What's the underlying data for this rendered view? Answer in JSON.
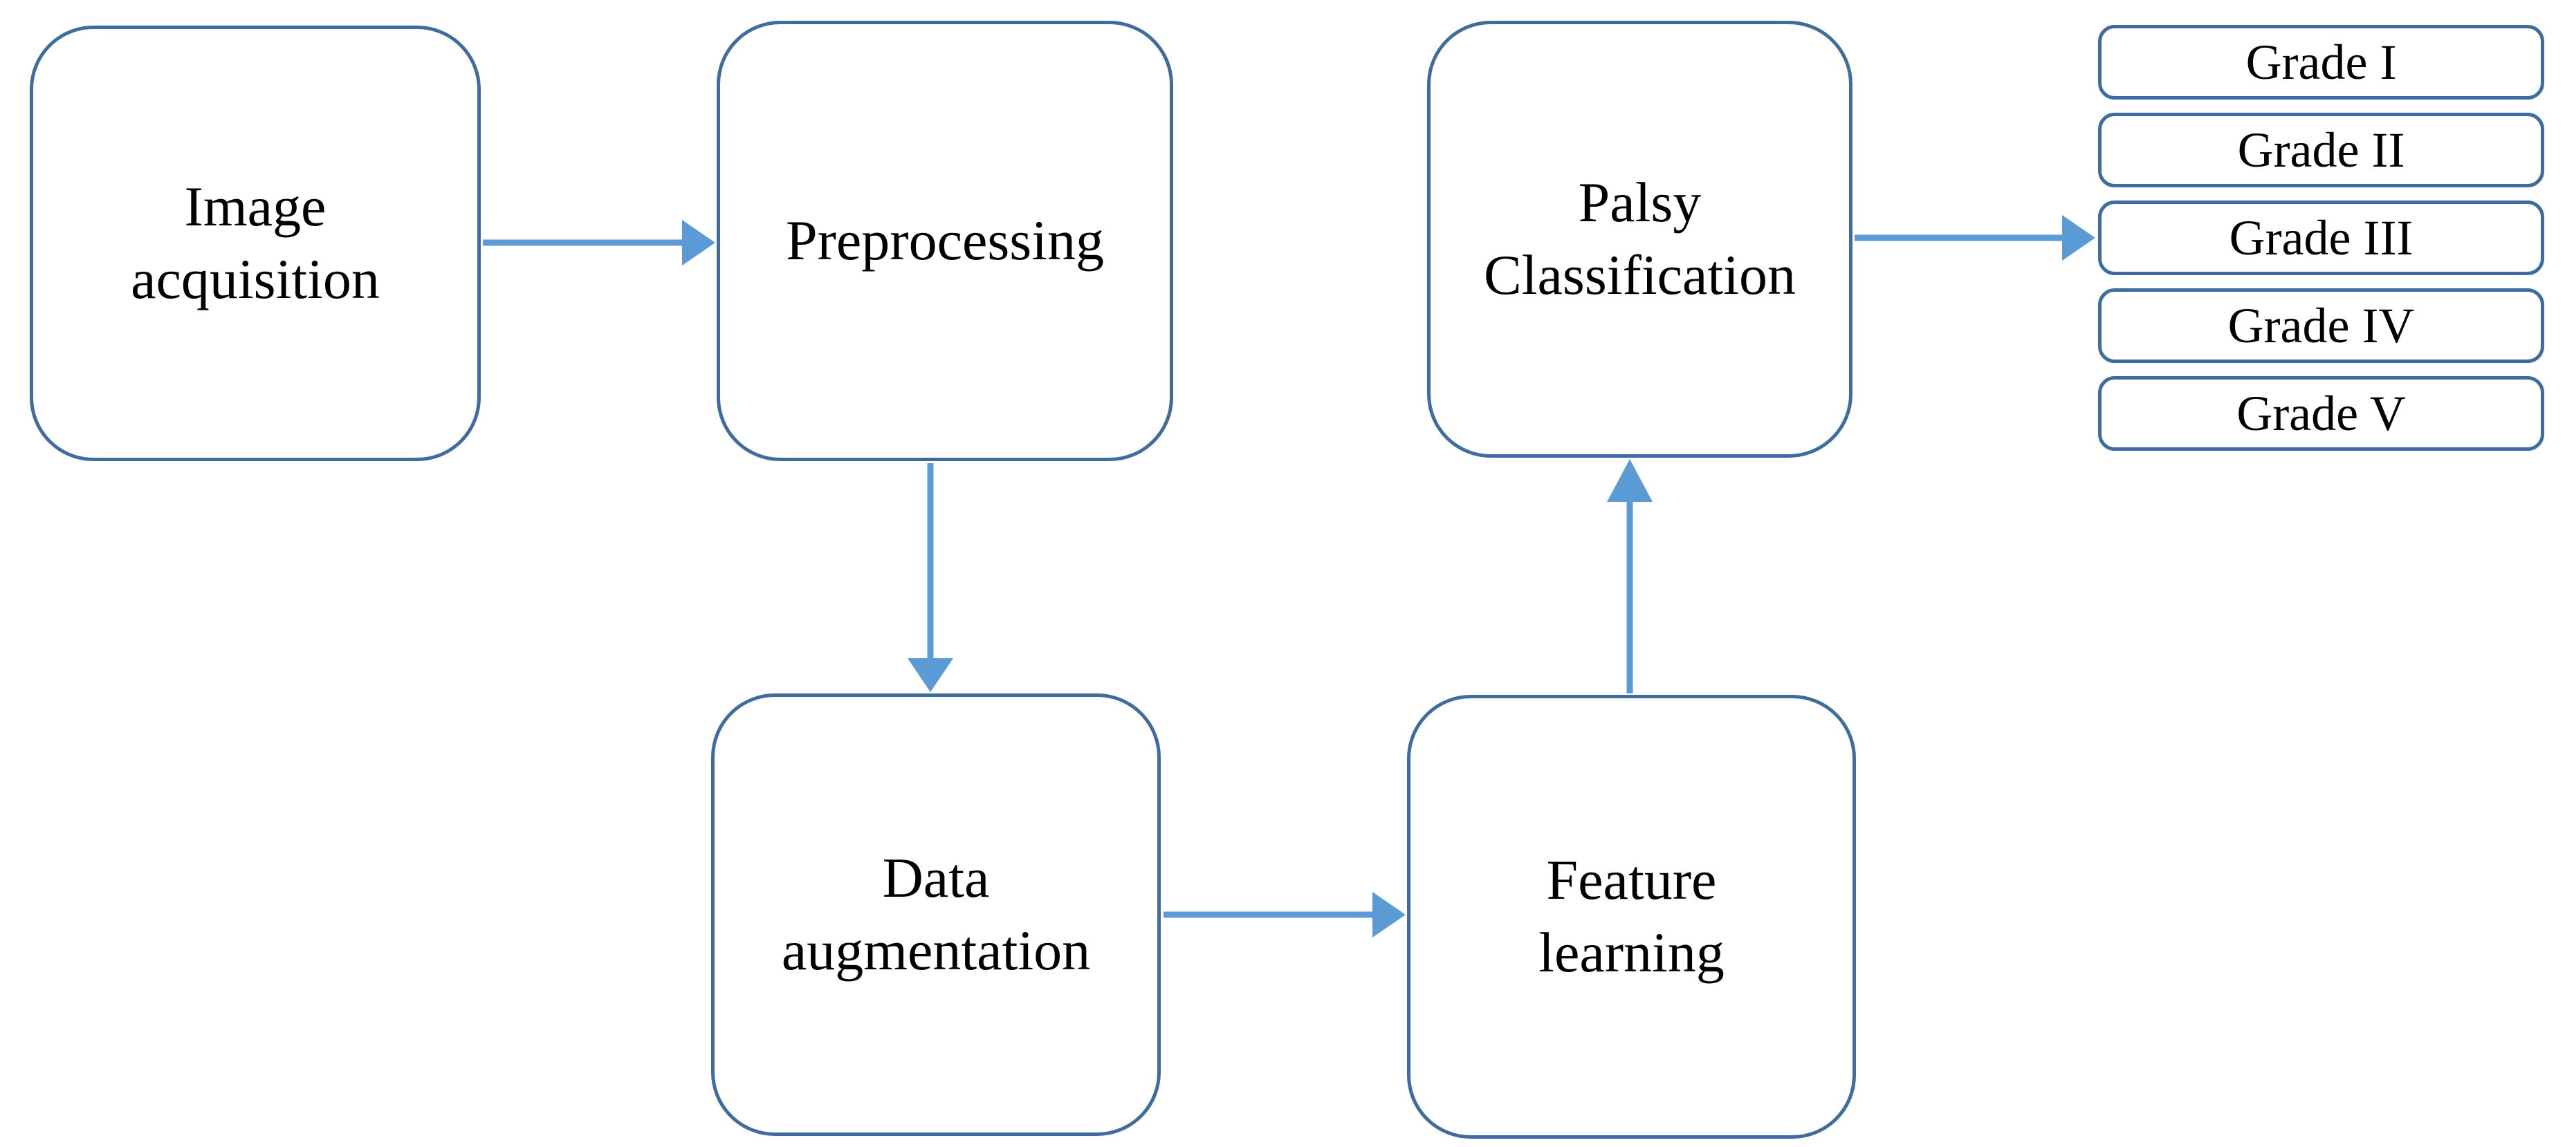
{
  "diagram": {
    "type": "flowchart",
    "description": "Facial palsy grading pipeline",
    "colors": {
      "box_border": "#3E6C9E",
      "arrow": "#5B9BD5",
      "text": "#000000",
      "background": "#ffffff"
    },
    "nodes": {
      "image_acquisition": {
        "label": "Image\nacquisition"
      },
      "preprocessing": {
        "label": "Preprocessing"
      },
      "palsy_classification": {
        "label": "Palsy\nClassification"
      },
      "data_augmentation": {
        "label": "Data\naugmentation"
      },
      "feature_learning": {
        "label": "Feature\nlearning"
      }
    },
    "grades": [
      "Grade I",
      "Grade II",
      "Grade III",
      "Grade IV",
      "Grade V"
    ],
    "edges": [
      {
        "from": "image_acquisition",
        "to": "preprocessing"
      },
      {
        "from": "preprocessing",
        "to": "data_augmentation"
      },
      {
        "from": "data_augmentation",
        "to": "feature_learning"
      },
      {
        "from": "feature_learning",
        "to": "palsy_classification"
      },
      {
        "from": "palsy_classification",
        "to": "grades"
      }
    ]
  }
}
